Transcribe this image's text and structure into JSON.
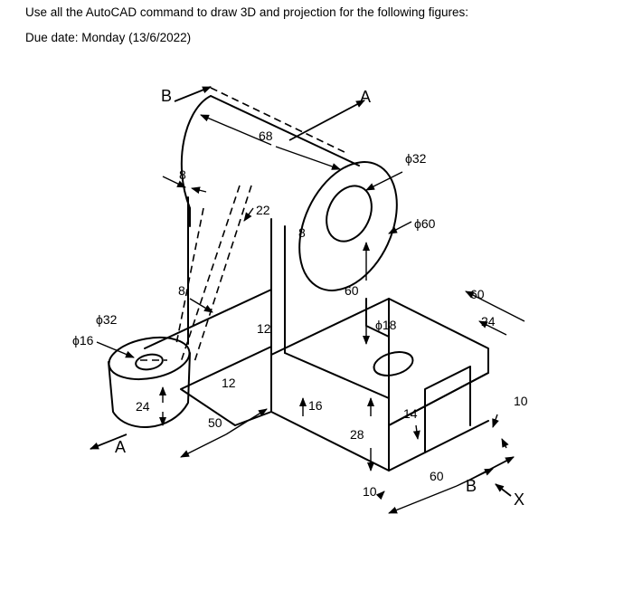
{
  "assignment": {
    "instruction": "Use all the AutoCAD command to draw 3D and projection for the following figures:",
    "due_date": "Due date: Monday (13/6/2022)"
  },
  "drawing": {
    "view_labels": {
      "a_top": "A",
      "a_bottom": "A",
      "b_top": "B",
      "b_bottom": "B",
      "x_axis": "X"
    },
    "dimensions": {
      "d68": "68",
      "d8_top": "8",
      "d22": "22",
      "d8_hub": "8",
      "phi32_top": "ϕ32",
      "phi60": "ϕ60",
      "d8_rib": "8",
      "d60_height": "60",
      "d60_right": "60",
      "d24_right": "24",
      "phi32_left": "ϕ32",
      "phi16": "ϕ16",
      "d12_top": "12",
      "phi18": "ϕ18",
      "d12_side": "12",
      "d24_boss": "24",
      "d50": "50",
      "d16": "16",
      "d28": "28",
      "d14": "14",
      "d10_right": "10",
      "d10_bottom": "10",
      "d60_bottom": "60"
    }
  }
}
